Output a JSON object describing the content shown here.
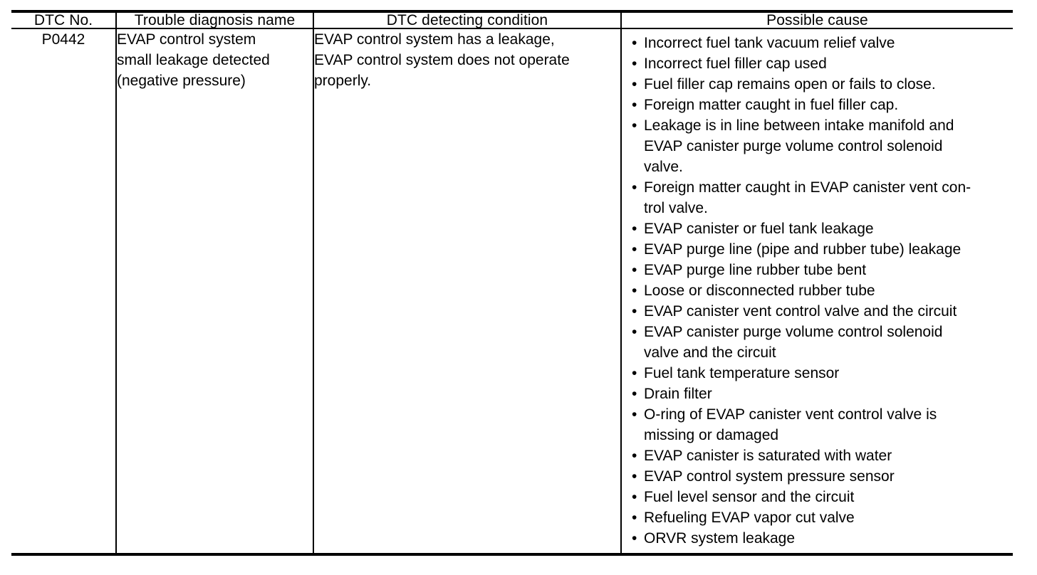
{
  "table": {
    "headers": [
      {
        "label": "DTC No."
      },
      {
        "label": "Trouble diagnosis name"
      },
      {
        "label": "DTC detecting condition"
      },
      {
        "label": "Possible cause"
      }
    ],
    "row": {
      "dtc_no": "P0442",
      "trouble_diagnosis_name": [
        "EVAP control system",
        "small leakage detected",
        "(negative pressure)"
      ],
      "dtc_detecting_condition": [
        "EVAP control system has a leakage,",
        "EVAP control system does not operate",
        "properly."
      ],
      "bullet_glyph": "•",
      "possible_cause": [
        {
          "lines": [
            "Incorrect fuel tank vacuum relief valve"
          ]
        },
        {
          "lines": [
            "Incorrect fuel filler cap used"
          ]
        },
        {
          "lines": [
            "Fuel filler cap remains open or fails to close."
          ]
        },
        {
          "lines": [
            "Foreign matter caught in fuel filler cap."
          ]
        },
        {
          "lines": [
            "Leakage is in line between intake manifold and",
            "EVAP canister purge volume control solenoid",
            "valve."
          ]
        },
        {
          "lines": [
            "Foreign matter caught in EVAP canister vent con-",
            "trol valve."
          ]
        },
        {
          "lines": [
            "EVAP canister or fuel tank leakage"
          ]
        },
        {
          "lines": [
            "EVAP purge line (pipe and rubber tube) leakage"
          ]
        },
        {
          "lines": [
            "EVAP purge line rubber tube bent"
          ]
        },
        {
          "lines": [
            "Loose or disconnected rubber tube"
          ]
        },
        {
          "lines": [
            "EVAP canister vent control valve and the circuit"
          ]
        },
        {
          "lines": [
            "EVAP canister purge volume control solenoid",
            "valve and the circuit"
          ]
        },
        {
          "lines": [
            "Fuel tank temperature sensor"
          ]
        },
        {
          "lines": [
            "Drain filter"
          ]
        },
        {
          "lines": [
            "O-ring of EVAP canister vent control valve is",
            "missing or damaged"
          ]
        },
        {
          "lines": [
            "EVAP canister is saturated with water"
          ]
        },
        {
          "lines": [
            "EVAP control system pressure sensor"
          ]
        },
        {
          "lines": [
            "Fuel level sensor and the circuit"
          ]
        },
        {
          "lines": [
            "Refueling EVAP vapor cut valve"
          ]
        },
        {
          "lines": [
            "ORVR system leakage"
          ]
        }
      ]
    }
  },
  "colors": {
    "rule": "#000000",
    "text": "#000000",
    "background": "#ffffff"
  }
}
